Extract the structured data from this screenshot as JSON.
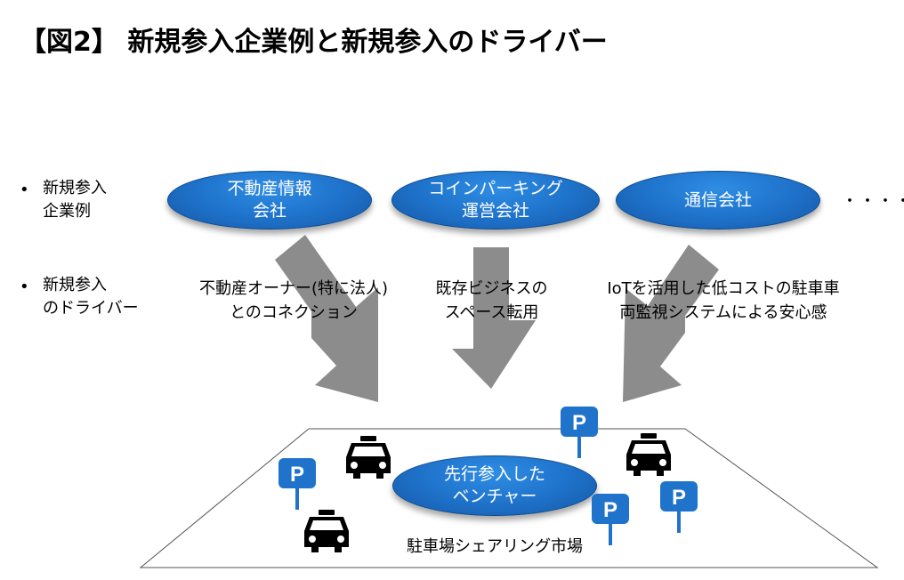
{
  "title": "【図2】 新規参入企業例と新規参入のドライバー",
  "row_labels": {
    "companies": [
      "新規参入",
      "企業例"
    ],
    "drivers": [
      "新規参入",
      "のドライバー"
    ],
    "bullet": "•"
  },
  "companies": [
    {
      "lines": [
        "不動産情報",
        "会社"
      ]
    },
    {
      "lines": [
        "コインパーキング",
        "運営会社"
      ]
    },
    {
      "lines": [
        "通信会社"
      ]
    }
  ],
  "ellipsis": "・・・・・",
  "drivers": [
    {
      "lines": [
        "不動産オーナー(特に法人)",
        "とのコネクション"
      ]
    },
    {
      "lines": [
        "既存ビジネスの",
        "スペース転用"
      ]
    },
    {
      "lines": [
        "IoTを活用した低コストの駐車車",
        "両監視システムによる安心感"
      ]
    }
  ],
  "venture": {
    "lines": [
      "先行参入した",
      "ベンチャー"
    ]
  },
  "market_label": "駐車場シェアリング市場",
  "parking_sign_text": "P",
  "colors": {
    "oval": "#1f73cb",
    "arrow": "#8c8c8c",
    "parking": "#1f73cb",
    "taxi": "#000000"
  }
}
